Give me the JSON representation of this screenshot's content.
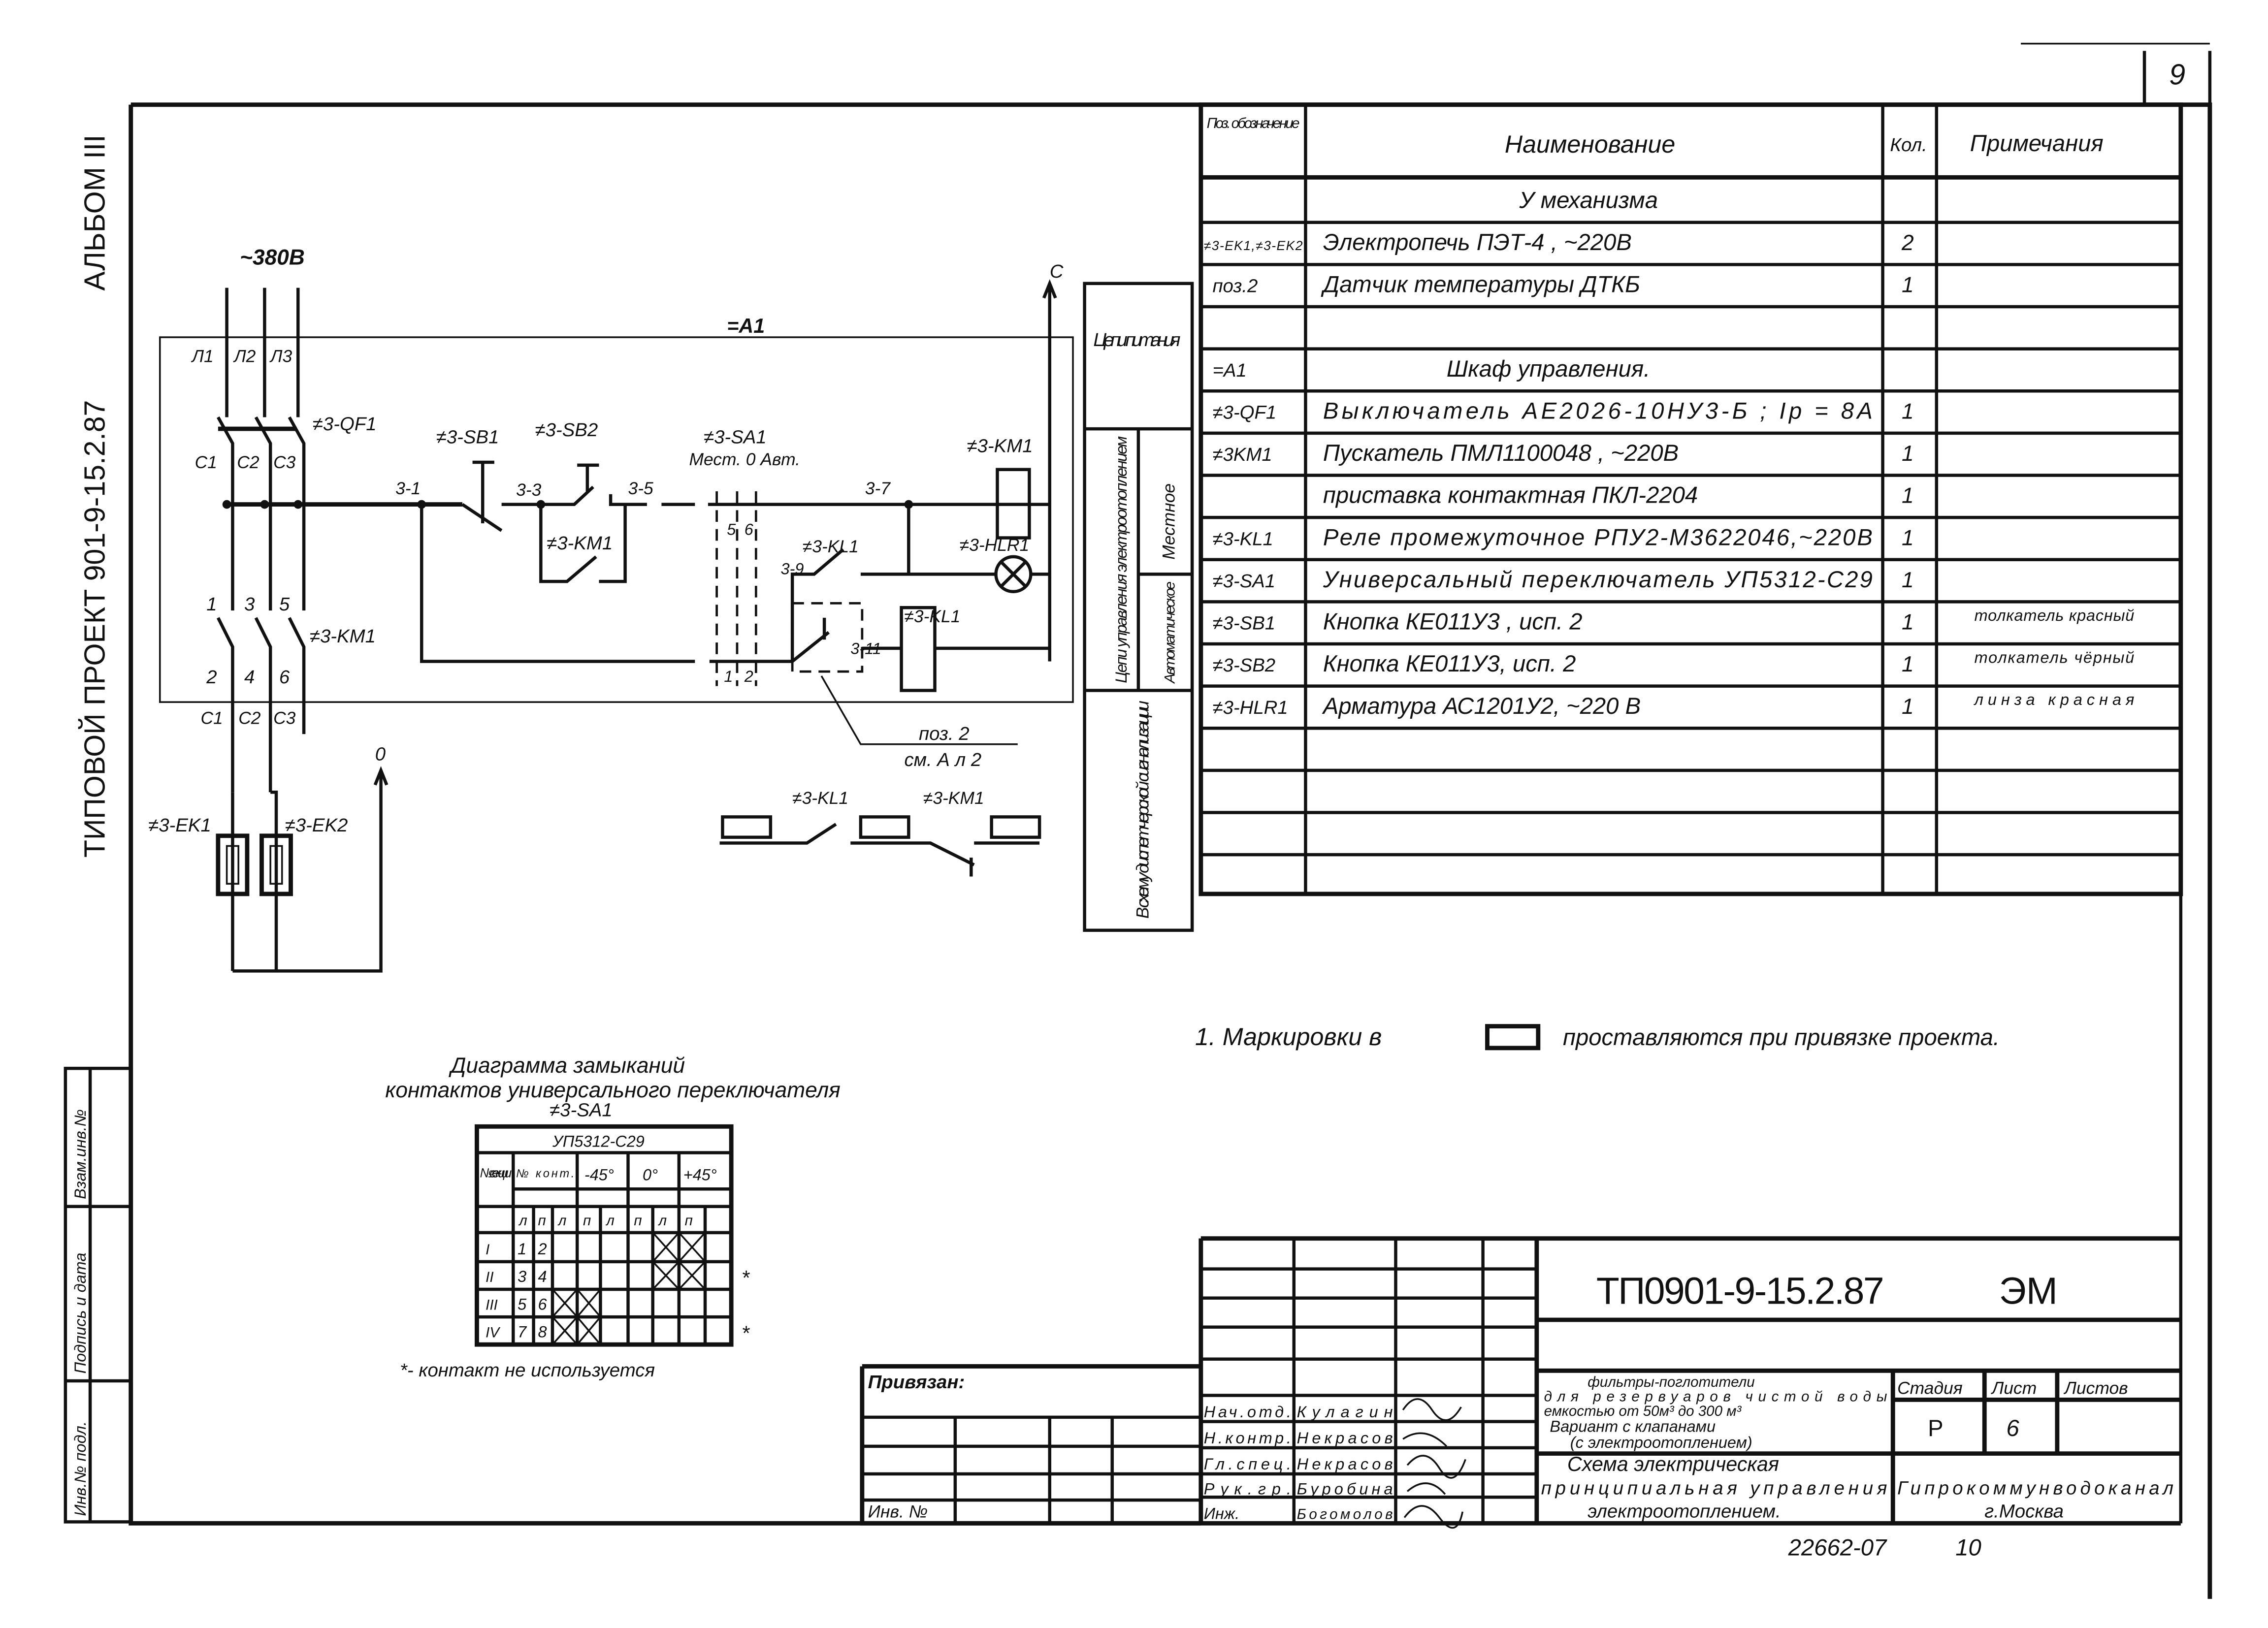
{
  "sheet_corner_number": "9",
  "side_title": "ТИПОВОЙ ПРОЕКТ 901-9-15.2.87",
  "side_album": "АЛЬБОМ III",
  "side_stamp": {
    "replace_inv": "Взам.инв.№",
    "sign_date": "Подпись и дата",
    "inv_orig": "Инв.№ подл."
  },
  "schematic": {
    "supply": "~380В",
    "assembly": "=A1",
    "phase_in": [
      "Л1",
      "Л2",
      "Л3"
    ],
    "phase_qf": [
      "С1",
      "С2",
      "С3"
    ],
    "km_top": [
      "1",
      "3",
      "5"
    ],
    "km_bottom": [
      "2",
      "4",
      "6"
    ],
    "phase_out": [
      "С1",
      "С2",
      "С3"
    ],
    "qf1": "≠3-QF1",
    "km1_main": "≠3-KM1",
    "sb1": "≠3-SB1",
    "sb2": "≠3-SB2",
    "sa1": "≠3-SA1",
    "sa1_modes": "Мест. 0 Авт.",
    "km1_coil": "≠3-KM1",
    "km1_hold": "≠3-KM1",
    "kl1_contact": "≠3-KL1",
    "hlr1": "≠3-HLR1",
    "kl1_coil": "≠3-KL1",
    "wires": [
      "3-1",
      "3-3",
      "3-5",
      "3-7",
      "3-9",
      "3-11"
    ],
    "sa_contacts": [
      "5",
      "6",
      "1",
      "2"
    ],
    "neutral_c": "С",
    "neutral_0": "0",
    "pos_ref_1": "поз. 2",
    "pos_ref_2": "см. А л 2",
    "ek1": "≠3-EK1",
    "ek2": "≠3-EK2",
    "disp_kl1": "≠3-KL1",
    "disp_km1": "≠3-KM1"
  },
  "side_groups": {
    "power": "Цепи питания",
    "control": "Цепи управления электроотоплением",
    "local": "Местное",
    "auto": "Автоматическое",
    "dispatch": "В схему диспетчерской сигнализации"
  },
  "spec_table": {
    "headers": [
      "Поз. обозначение",
      "Наименование",
      "Кол.",
      "Примечания"
    ],
    "rows": [
      {
        "pos": "",
        "name": "У механизма",
        "qty": "",
        "note": ""
      },
      {
        "pos": "≠3-EK1,≠3-EK2",
        "name": "Электропечь ПЭТ-4   , ~220В",
        "qty": "2",
        "note": ""
      },
      {
        "pos": "поз.2",
        "name": "Датчик температуры ДТКБ",
        "qty": "1",
        "note": ""
      },
      {
        "pos": "",
        "name": "",
        "qty": "",
        "note": ""
      },
      {
        "pos": "=A1",
        "name": "Шкаф управления.",
        "qty": "",
        "note": ""
      },
      {
        "pos": "≠3-QF1",
        "name": "Выключатель АЕ2026-10НУ3-Б ; Iр = 8А",
        "qty": "1",
        "note": ""
      },
      {
        "pos": "≠3KM1",
        "name": "Пускатель ПМЛ1100048 , ~220В",
        "qty": "1",
        "note": ""
      },
      {
        "pos": "",
        "name": "приставка контактная ПКЛ-2204",
        "qty": "1",
        "note": ""
      },
      {
        "pos": "≠3-KL1",
        "name": "Реле промежуточное РПУ2-М3622046,~220В",
        "qty": "1",
        "note": ""
      },
      {
        "pos": "≠3-SA1",
        "name": "Универсальный переключатель УП5312-С29",
        "qty": "1",
        "note": ""
      },
      {
        "pos": "≠3-SB1",
        "name": "Кнопка  КЕ011У3 , исп. 2",
        "qty": "1",
        "note": "толкатель красный"
      },
      {
        "pos": "≠3-SB2",
        "name": "Кнопка КЕ011У3, исп. 2",
        "qty": "1",
        "note": "толкатель чёрный"
      },
      {
        "pos": "≠3-HLR1",
        "name": "Арматура  АС1201У2, ~220 В",
        "qty": "1",
        "note": "линза красная"
      }
    ]
  },
  "note": {
    "prefix": "1. Маркировки в",
    "suffix": "проставляются при привязке проекта."
  },
  "switch_diagram": {
    "title_1": "Диаграмма замыканий",
    "title_2": "контактов универсального переключателя",
    "title_3": "≠3-SA1",
    "model": "УП5312-С29",
    "col_section": "№ сек-ции",
    "col_contacts": "№ конт.",
    "positions": [
      "-45°",
      "0°",
      "+45°"
    ],
    "sides": [
      "л",
      "п"
    ],
    "rows": [
      {
        "section": "I",
        "contacts": [
          "1",
          "2"
        ],
        "closed": [
          false,
          false,
          false,
          false,
          true,
          true
        ],
        "unused": false
      },
      {
        "section": "II",
        "contacts": [
          "3",
          "4"
        ],
        "closed": [
          false,
          false,
          false,
          false,
          true,
          true
        ],
        "unused": true
      },
      {
        "section": "III",
        "contacts": [
          "5",
          "6"
        ],
        "closed": [
          true,
          true,
          false,
          false,
          false,
          false
        ],
        "unused": false
      },
      {
        "section": "IV",
        "contacts": [
          "7",
          "8"
        ],
        "closed": [
          true,
          true,
          false,
          false,
          false,
          false
        ],
        "unused": true
      }
    ],
    "unused_mark": "*",
    "footnote": "*- контакт не используется"
  },
  "title_block": {
    "bound_label": "Привязан:",
    "inv_label": "Инв. №",
    "doc_code": "ТП0901-9-15.2.87",
    "doc_type": "ЭМ",
    "roles": [
      "Нач.отд.",
      "Н.контр.",
      "Гл.спец.",
      "Рук.гр.",
      "Инж."
    ],
    "names": [
      "Кулагин",
      "Некрасов",
      "Некрасов",
      "Буробина",
      "Богомолов"
    ],
    "project_1": "фильтры-поглотители",
    "project_2": "для резервуаров чистой воды",
    "project_3": "емкостью от 50м³ до 300 м³",
    "project_4": "Вариант с клапанами",
    "project_5": "(с электроотоплением)",
    "stage_label": "Стадия",
    "sheet_label": "Лист",
    "sheets_label": "Листов",
    "stage": "Р",
    "sheet": "6",
    "sheets": "",
    "drawing_1": "Схема электрическая",
    "drawing_2": "принципиальная управления",
    "drawing_3": "электроотоплением.",
    "org_1": "Гипрокоммунводоканал",
    "org_2": "г.Москва",
    "archive_no": "22662-07",
    "archive_page": "10"
  }
}
